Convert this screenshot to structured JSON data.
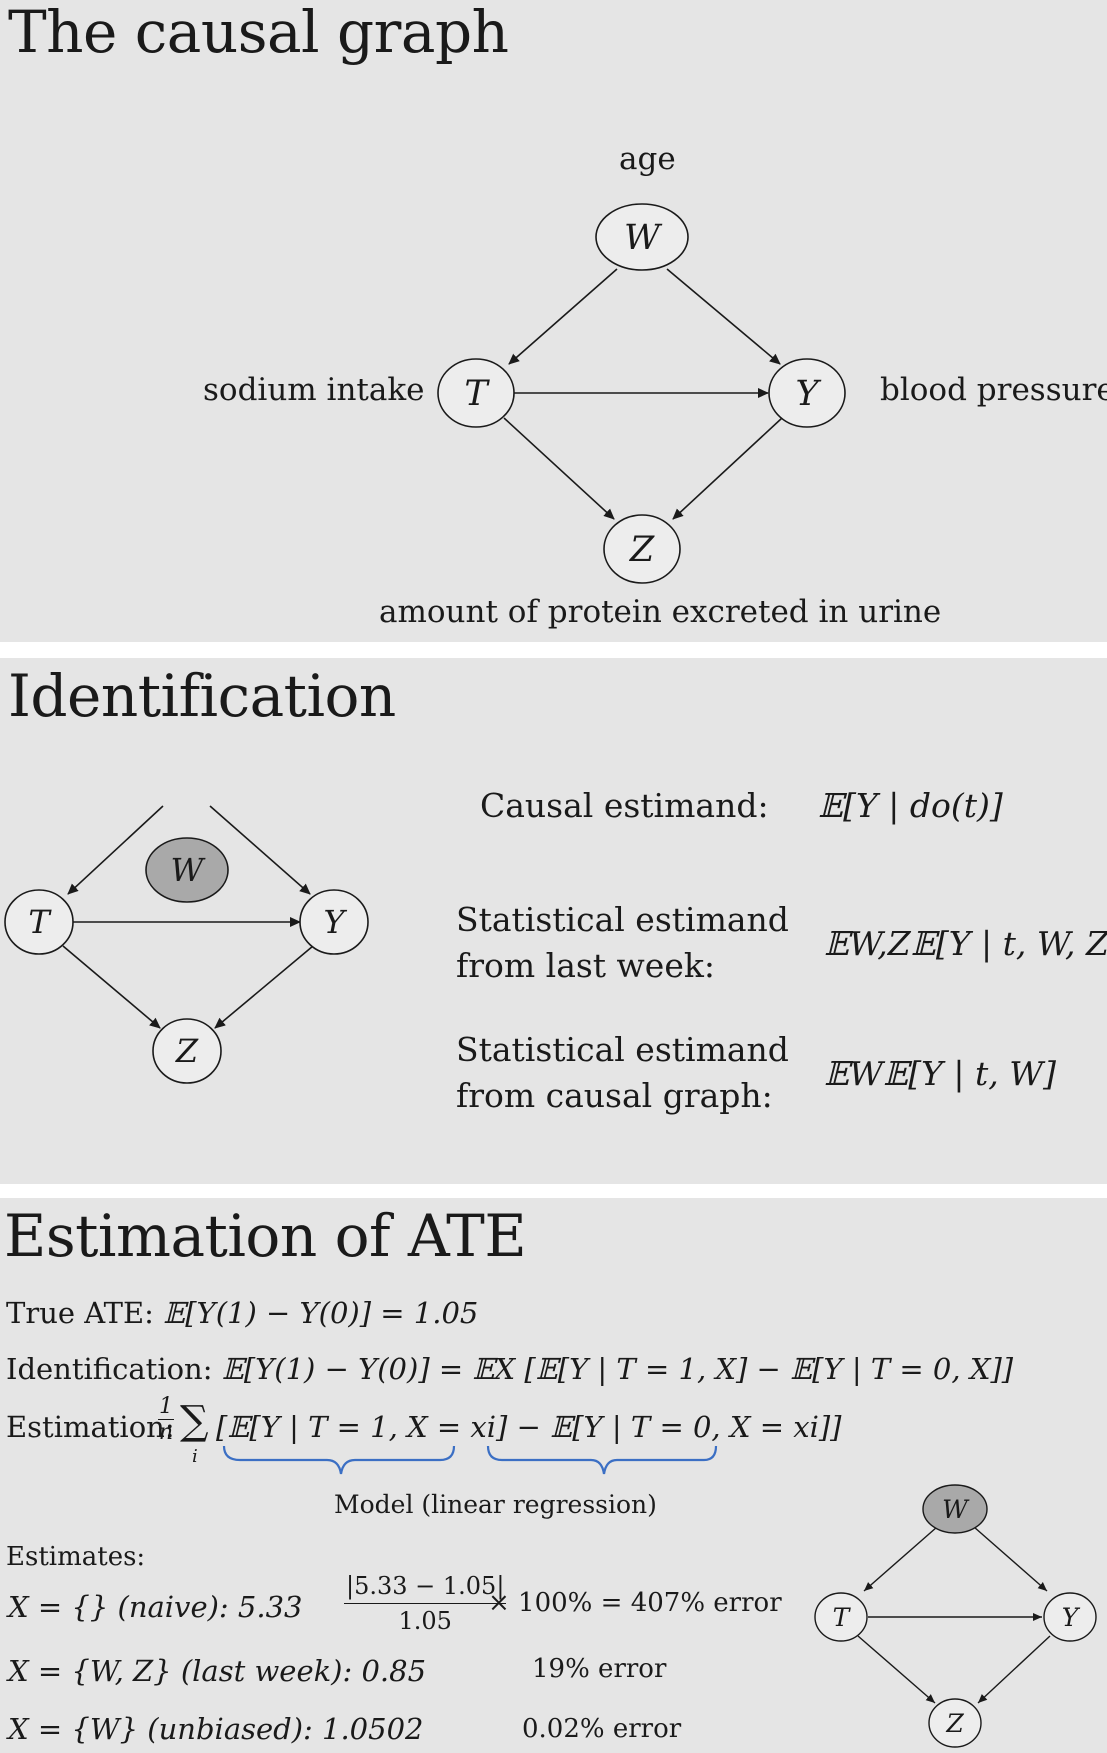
{
  "slide1": {
    "title": "The causal graph",
    "labels": {
      "age": "age",
      "sodium": "sodium intake",
      "bp": "blood pressure",
      "protein": "amount of protein excreted in urine"
    },
    "nodes": {
      "W": "W",
      "T": "T",
      "Y": "Y",
      "Z": "Z"
    }
  },
  "slide2": {
    "title": "Identification",
    "nodes": {
      "W": "W",
      "T": "T",
      "Y": "Y",
      "Z": "Z"
    },
    "causal_label": "Causal estimand:",
    "causal_expr": "𝔼[Y | do(t)]",
    "stat_lastweek_l1": "Statistical estimand",
    "stat_lastweek_l2": "from last week:",
    "stat_lastweek_expr": "𝔼W,Z𝔼[Y | t, W, Z]",
    "stat_graph_l1": "Statistical estimand",
    "stat_graph_l2": "from causal graph:",
    "stat_graph_expr": "𝔼W𝔼[Y | t, W]",
    "w_fill": "#a9a9a9"
  },
  "slide3": {
    "title": "Estimation of ATE",
    "true_ate_label": "True ATE:",
    "true_ate_expr": "𝔼[Y(1) − Y(0)] = 1.05",
    "ident_label": "Identification:",
    "ident_expr": "𝔼[Y(1) − Y(0)] = 𝔼X [𝔼[Y | T = 1, X] − 𝔼[Y | T = 0, X]]",
    "estim_label": "Estimation:",
    "estim_frac_num": "1",
    "estim_frac_den": "n",
    "estim_sum": "∑",
    "estim_sum_index": "i",
    "estim_expr": "[𝔼[Y | T = 1, X = xi] − 𝔼[Y | T = 0, X = xi]]",
    "brace_label": "Model (linear regression)",
    "brace_color": "#3b6fc4",
    "estimates_label": "Estimates:",
    "rows": [
      {
        "left": "X = {}  (naive): 5.33",
        "num": "|5.33 − 1.05|",
        "den": "1.05",
        "right": "× 100% = 407% error"
      },
      {
        "left": "X = {W, Z}  (last week): 0.85",
        "right": "19% error"
      },
      {
        "left": "X = {W}  (unbiased): 1.0502",
        "right": "0.02% error"
      }
    ],
    "nodes": {
      "W": "W",
      "T": "T",
      "Y": "Y",
      "Z": "Z"
    }
  }
}
